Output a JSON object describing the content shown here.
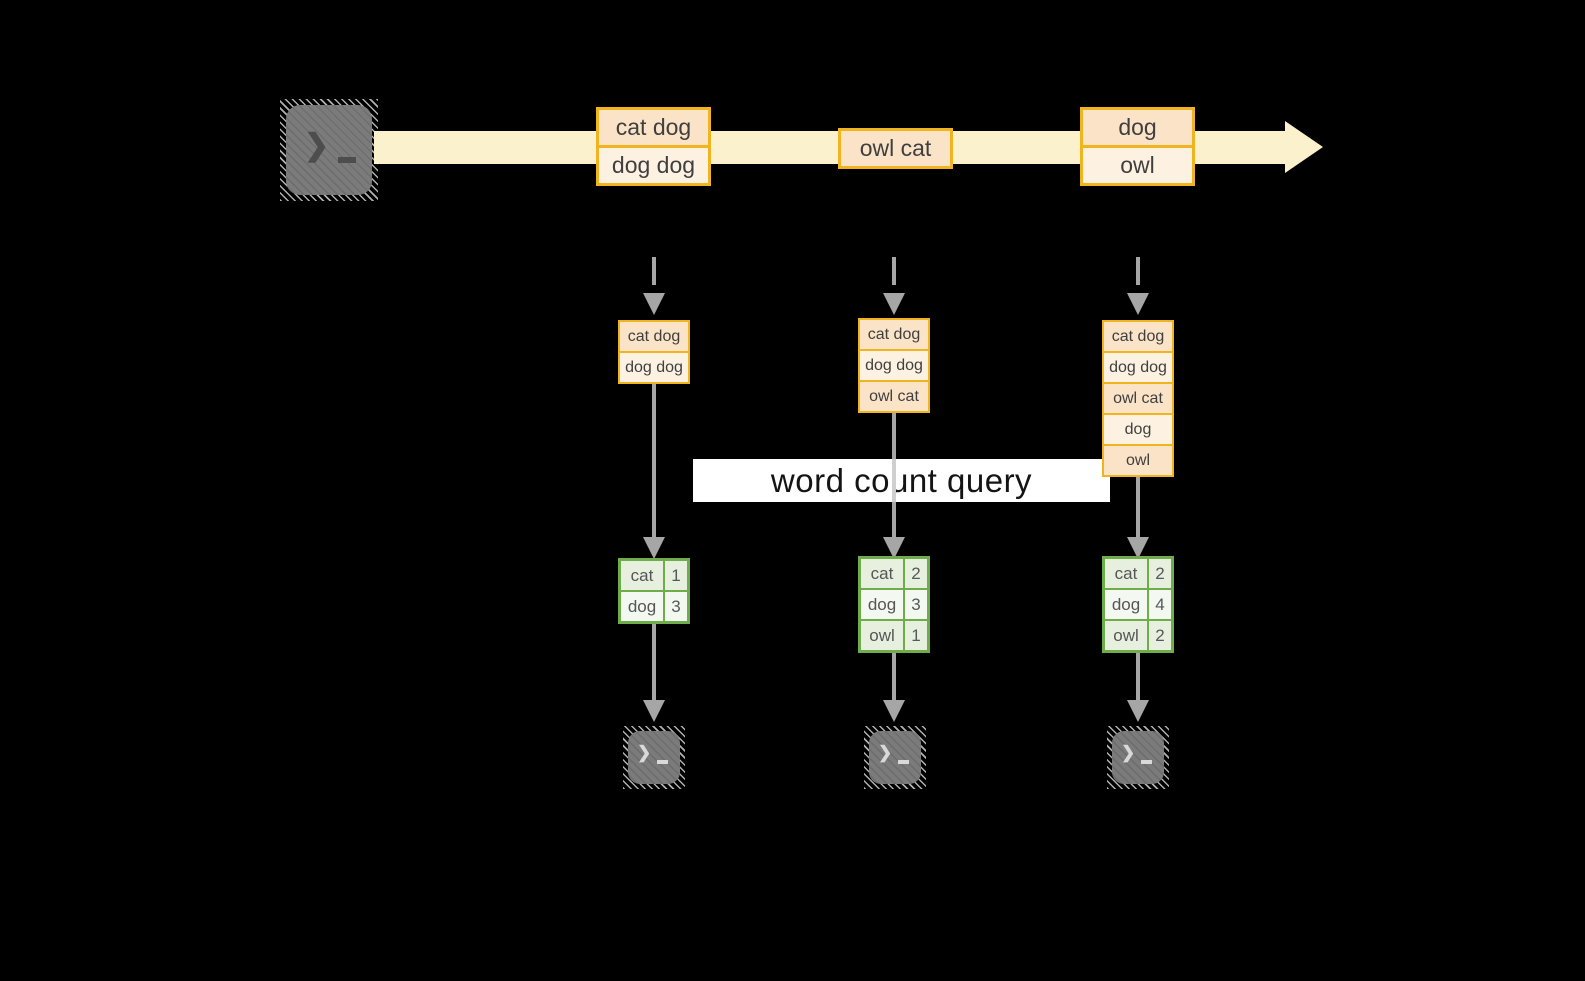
{
  "banner": {
    "label": "word count query"
  },
  "stream": {
    "events": [
      {
        "rows": [
          "cat dog",
          "dog dog"
        ]
      },
      {
        "rows": [
          "owl cat"
        ]
      },
      {
        "rows": [
          "dog",
          "owl"
        ]
      }
    ]
  },
  "states": [
    {
      "rows": [
        "cat dog",
        "dog dog"
      ]
    },
    {
      "rows": [
        "cat dog",
        "dog dog",
        "owl cat"
      ]
    },
    {
      "rows": [
        "cat dog",
        "dog dog",
        "owl cat",
        "dog",
        "owl"
      ]
    }
  ],
  "count_tables": [
    {
      "rows": [
        {
          "word": "cat",
          "count": "1"
        },
        {
          "word": "dog",
          "count": "3"
        }
      ]
    },
    {
      "rows": [
        {
          "word": "cat",
          "count": "2"
        },
        {
          "word": "dog",
          "count": "3"
        },
        {
          "word": "owl",
          "count": "1"
        }
      ]
    },
    {
      "rows": [
        {
          "word": "cat",
          "count": "2"
        },
        {
          "word": "dog",
          "count": "4"
        },
        {
          "word": "owl",
          "count": "2"
        }
      ]
    }
  ],
  "icons": {
    "terminal_prompt": "❯"
  },
  "colors": {
    "background": "#000000",
    "stream_band": "#fcf1cd",
    "box_border": "#f0b41e",
    "box_fill_peach": "#fbe3c7",
    "box_fill_cream": "#fdf2e2",
    "arrow_gray": "#a6a6a6",
    "table_border": "#6fad4a",
    "table_fill_green": "#e7efdf",
    "table_fill_light": "#f3f8f0",
    "terminal_gray": "#7b7b7b",
    "banner_bg": "#ffffff"
  }
}
